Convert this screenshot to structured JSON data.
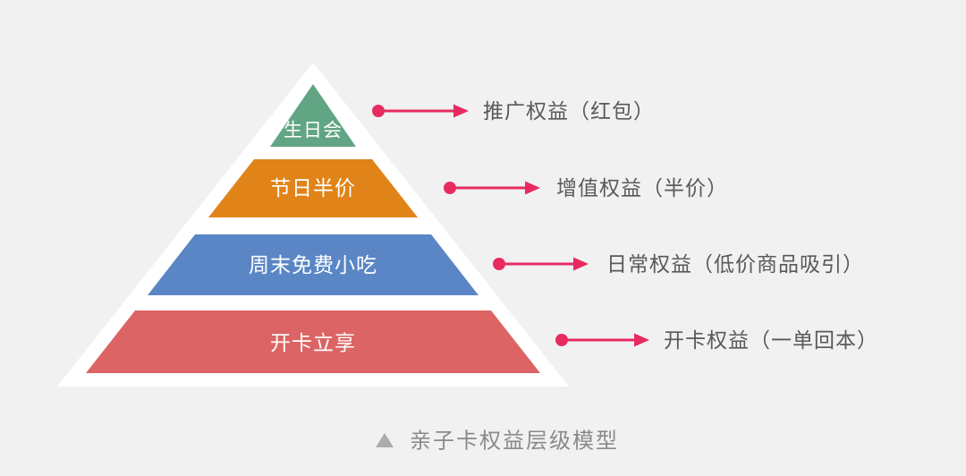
{
  "colors": {
    "background": "#f1f1f2",
    "pyramid_outline": "#ffffff",
    "arrow": "#e72b61",
    "benefit_text": "#595959",
    "layer_text": "#ffffff",
    "caption_text": "#8a8a8a",
    "caption_triangle": "#acacac"
  },
  "pyramid": {
    "levels": [
      {
        "label": "生日会",
        "color": "#61a584",
        "benefit": "推广权益（红包）"
      },
      {
        "label": "节日半价",
        "color": "#e08318",
        "benefit": "增值权益（半价）"
      },
      {
        "label": "周末免费小吃",
        "color": "#5a86c5",
        "benefit": "日常权益（低价商品吸引）"
      },
      {
        "label": "开卡立享",
        "color": "#dc6464",
        "benefit": "开卡权益（一单回本）"
      }
    ]
  },
  "caption": {
    "icon": "triangle-up",
    "text": "亲子卡权益层级模型"
  }
}
